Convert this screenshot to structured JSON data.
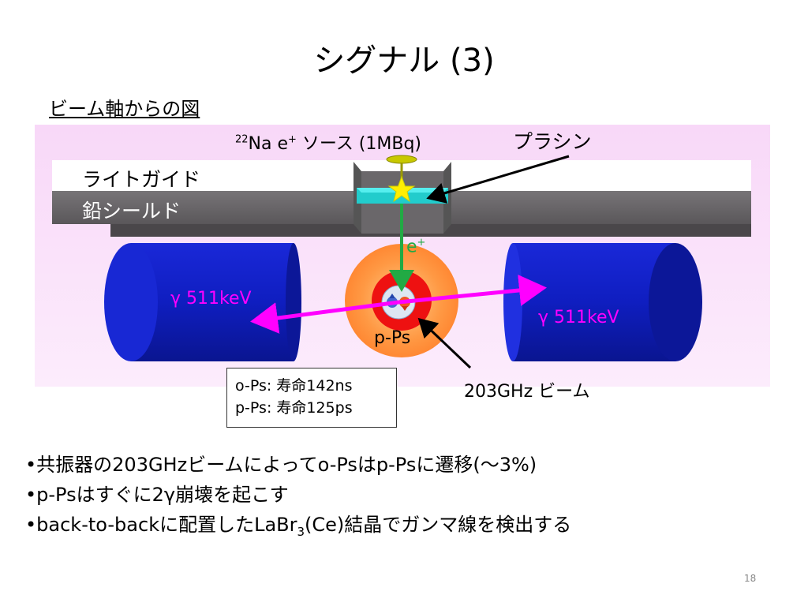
{
  "slide": {
    "title": "シグナル (3)",
    "subtitle": "ビーム軸からの図",
    "page_number": "18"
  },
  "diagram": {
    "source_label_pre": "22",
    "source_label_main": "Na e",
    "source_label_sup": "+",
    "source_label_post": " ソース (1MBq)",
    "plastic_label": "プラシン",
    "light_guide_label": "ライトガイド",
    "lead_shield_label": "鉛シールド",
    "positron_label": "e",
    "positron_sup": "+",
    "gamma_left": "γ 511keV",
    "gamma_right": "γ 511keV",
    "pps_label": "p-Ps",
    "beam_label": "203GHz ビーム",
    "lifetimes": [
      "o-Ps: 寿命142ns",
      "p-Ps: 寿命125ps"
    ],
    "colors": {
      "background": "#fbe2fb",
      "detector": "#1020c8",
      "gamma_arrow": "#ff00ff",
      "positron": "#22aa44",
      "cavity_outer": "#ff9933",
      "cavity_inner": "#ee1111",
      "gamma_text": "#ff00ff"
    }
  },
  "bullets": [
    "•共振器の203GHzビームによってo-Psはp-Psに遷移(〜3%)",
    "•p-Psはすぐに2γ崩壊を起こす",
    "•back-to-backに配置したLaBr"
  ],
  "bullet3_sub": "3",
  "bullet3_tail": "(Ce)結晶でガンマ線を検出する"
}
